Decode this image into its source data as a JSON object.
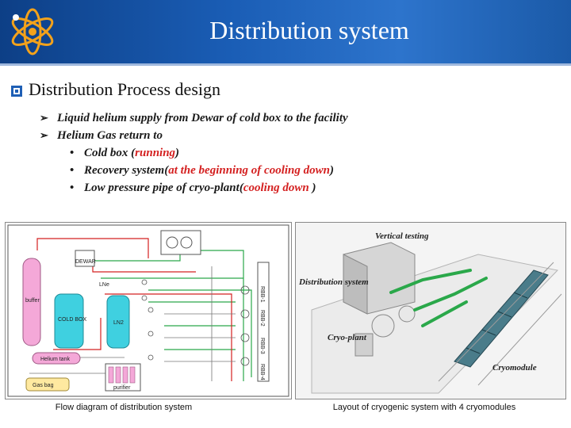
{
  "slide": {
    "title": "Distribution system",
    "section_heading": "Distribution  Process design"
  },
  "bullets": {
    "b1": "Liquid helium supply from Dewar of cold box to the facility",
    "b2": "Helium Gas return to",
    "s1_pre": "Cold box (",
    "s1_red": "running",
    "s1_post": ")",
    "s2_pre": "Recovery system(",
    "s2_red": "at the beginning of cooling down",
    "s2_post": ")",
    "s3_pre": "Low pressure pipe of cryo-plant(",
    "s3_red": "cooling  down",
    "s3_post": " )"
  },
  "flow_diagram": {
    "labels": {
      "dewar": "DEWAR",
      "buffer": "buffer",
      "cold_box": "COLD BOX",
      "lhe_tank": "LN2",
      "lne": "LNe",
      "helium_tank": "Helium tank",
      "gas_bag": "Gas bag",
      "purifier": "purifier",
      "module_1": "RBB-1",
      "module_2": "RBB-2",
      "module_3": "RBB-3",
      "module_4": "RBB-4"
    },
    "caption": "Flow diagram of distribution system"
  },
  "layout_figure": {
    "labels": {
      "vertical_testing": "Vertical testing",
      "distribution_system": "Distribution system",
      "cryo_plant": "Cryo-plant",
      "cryomodule": "Cryomodule"
    },
    "caption": "Layout of cryogenic system with 4 cryomodules"
  },
  "colors": {
    "header_blue": "#1a5db5",
    "accent_red": "#d42020",
    "pipe_green": "#2aa84a",
    "pipe_red": "#d42020",
    "tank_cyan": "#3fd0e0",
    "tank_pink": "#f4a8d8"
  }
}
